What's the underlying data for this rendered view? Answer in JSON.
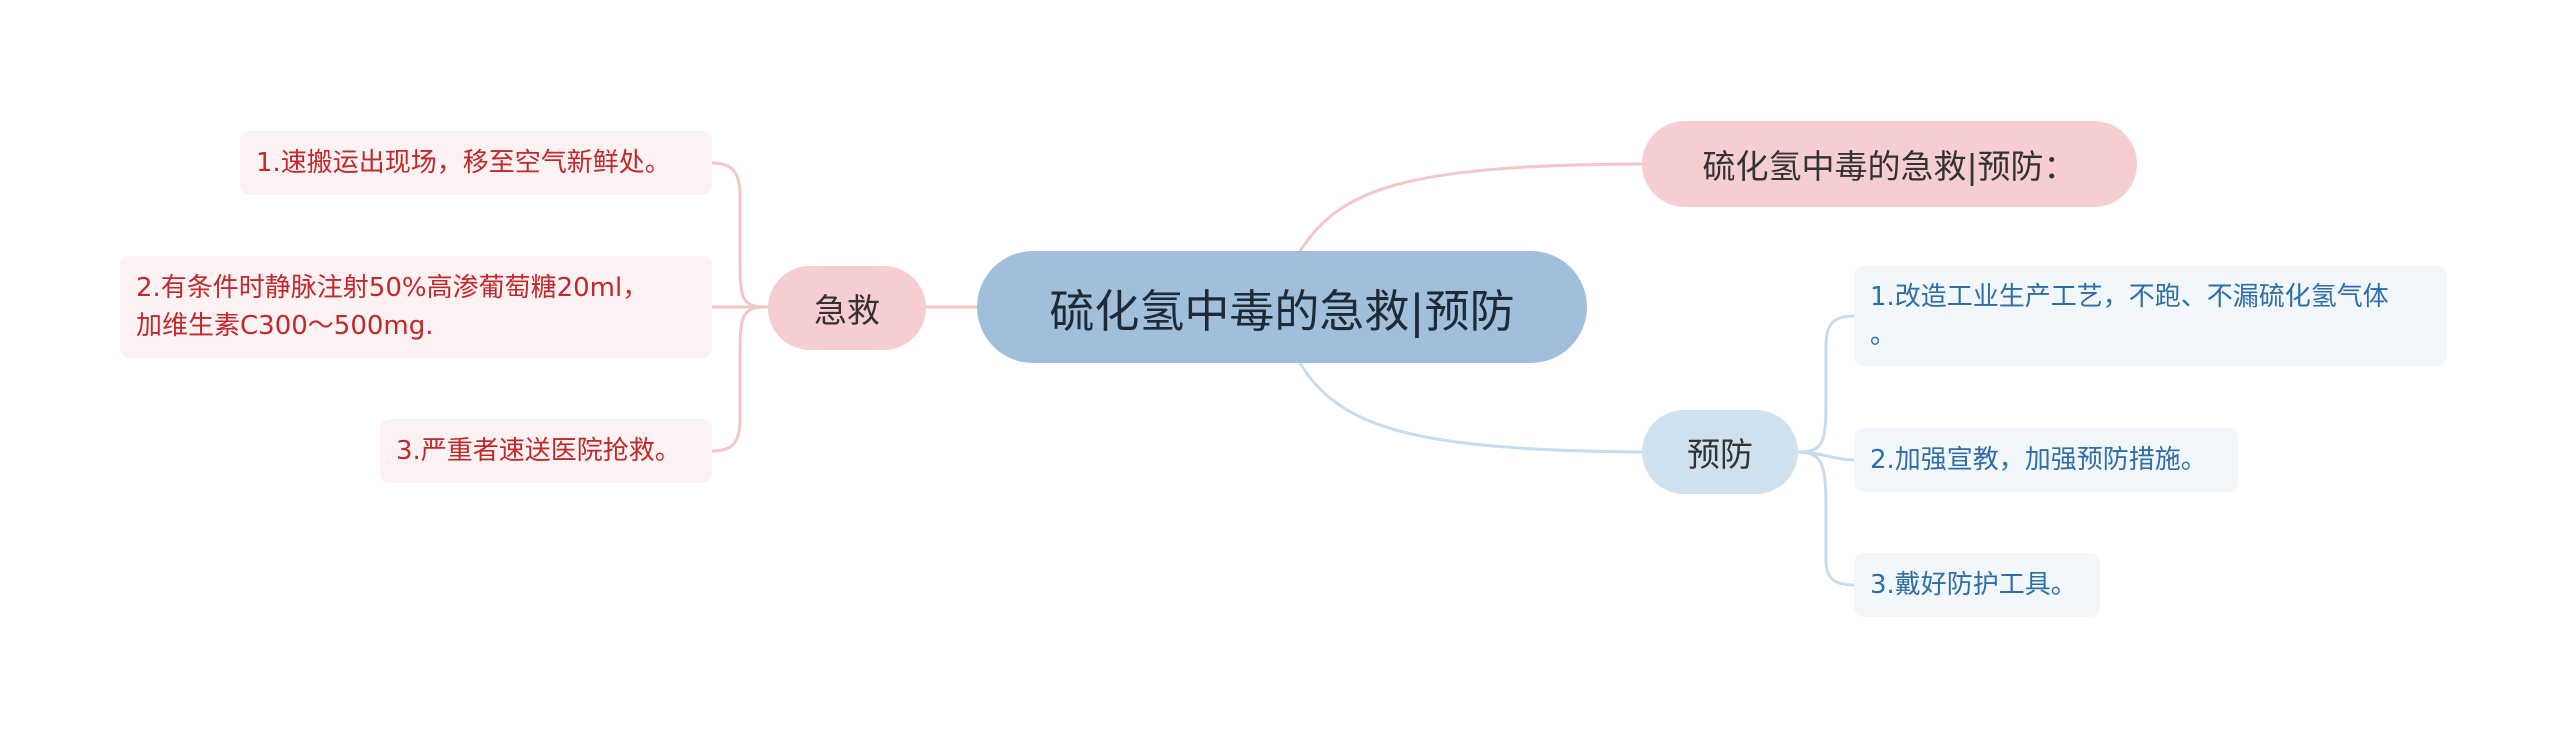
{
  "mindmap": {
    "root": {
      "label": "硫化氢中毒的急救|预防"
    },
    "topic_right": {
      "label": "硫化氢中毒的急救|预防："
    },
    "first_aid": {
      "label": "急救",
      "items": [
        {
          "lines": [
            "1.速搬运出现场，移至空气新鲜处。"
          ]
        },
        {
          "lines": [
            "2.有条件时静脉注射50%高渗葡萄糖20ml，",
            "加维生素C300～500mg."
          ]
        },
        {
          "lines": [
            "3.严重者速送医院抢救。"
          ]
        }
      ]
    },
    "prevention": {
      "label": "预防",
      "items": [
        {
          "lines": [
            "1.改造工业生产工艺，不跑、不漏硫化氢气体",
            "。"
          ]
        },
        {
          "lines": [
            "2.加强宣教，加强预防措施。"
          ]
        },
        {
          "lines": [
            "3.戴好防护工具。"
          ]
        }
      ]
    },
    "colors": {
      "root_fill": "#a1bfdb",
      "red_branch_fill": "#f6cdd0",
      "blue_branch_fill": "#cfe0ee",
      "red_line": "#f3c6c9",
      "blue_line": "#c9dcec",
      "red_text": "#c0282b",
      "blue_text": "#2e6ea8"
    }
  }
}
